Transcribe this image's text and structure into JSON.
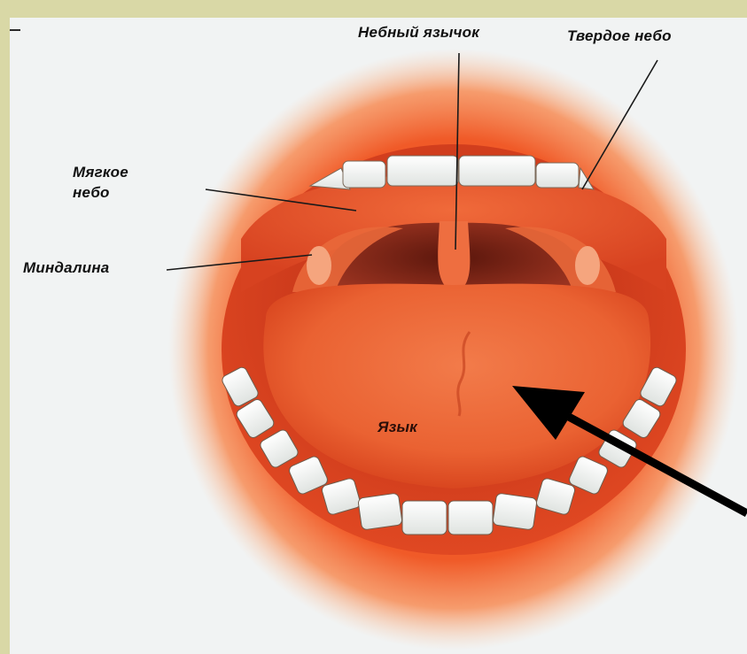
{
  "labels": {
    "uvula": "Небный язычок",
    "hard_palate": "Твердое небо",
    "soft_palate_line1": "Мягкое",
    "soft_palate_line2": "небо",
    "tonsil": "Миндалина",
    "tongue": "Язык"
  },
  "colors": {
    "frame": "#d9d8a6",
    "paper": "#f1f3f3",
    "lip_glow": "#f25a2a",
    "mouth_interior": "#e0421e",
    "throat": "#7a2314",
    "tongue": "#ee6a3a",
    "teeth": "#f7f7f2",
    "leader_lines": "#1a1a1a",
    "pointer_arrow": "#000000"
  }
}
